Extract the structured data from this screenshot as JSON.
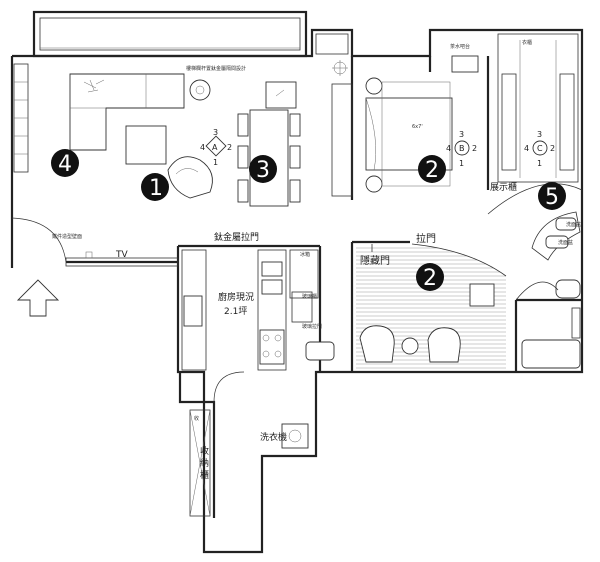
{
  "zones": [
    {
      "id": "1",
      "text": "1"
    },
    {
      "id": "2a",
      "text": "2"
    },
    {
      "id": "2b",
      "text": "2"
    },
    {
      "id": "3",
      "text": "3"
    },
    {
      "id": "4",
      "text": "4"
    },
    {
      "id": "5",
      "text": "5"
    }
  ],
  "markers": {
    "A": {
      "letter": "A",
      "top": "3",
      "left": "4",
      "right": "2",
      "bottom": "1"
    },
    "B": {
      "letter": "B",
      "top": "3",
      "left": "4",
      "right": "2",
      "bottom": "1"
    },
    "C": {
      "letter": "C",
      "top": "3",
      "left": "4",
      "right": "2",
      "bottom": "1"
    }
  },
  "labels": {
    "kitchen_title": "廚房現況",
    "kitchen_area": "2.1坪",
    "sliding_door": "鈦金屬拉門",
    "pull_door": "拉門",
    "hidden_door": "隱藏門",
    "laundry": "洗衣機",
    "tv": "TV",
    "display_cabinet": "展示櫃",
    "wash_basin_1": "洗面盆",
    "wash_basin_2": "洗面盆",
    "bed_size": "6x7'",
    "storage_1": "收",
    "storage_2": "納",
    "storage_3": "櫃",
    "small_top_living": "樓梯欄杆置鈦金屬隔間設計",
    "small_tv_wall": "鐵件造型壁面",
    "small_closet": "衣櫃",
    "small_bed_top": "茶水吧台",
    "small_glass_1": "玻璃櫃",
    "small_glass_2": "玻璃拉門",
    "small_fridge": "冰箱",
    "small_storage_top": "收"
  }
}
